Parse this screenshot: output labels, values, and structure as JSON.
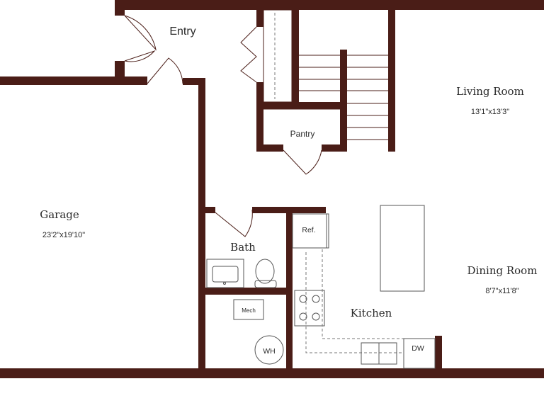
{
  "rooms": {
    "entry": {
      "name": "Entry"
    },
    "living": {
      "name": "Living Room",
      "dims": "13'1\"x13'3\""
    },
    "garage": {
      "name": "Garage",
      "dims": "23'2\"x19'10\""
    },
    "bath": {
      "name": "Bath"
    },
    "dining": {
      "name": "Dining Room",
      "dims": "8'7\"x11'8\""
    },
    "kitchen": {
      "name": "Kitchen"
    },
    "pantry": {
      "name": "Pantry"
    }
  },
  "fixtures": {
    "refrigerator": "Ref.",
    "mechanical": "Mech",
    "water_heater": "WH",
    "dishwasher": "DW"
  },
  "colors": {
    "wall": "#4a1d17",
    "background": "#ffffff"
  }
}
